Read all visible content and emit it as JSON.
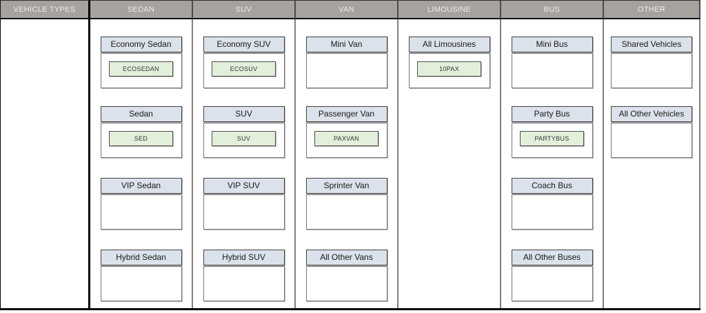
{
  "board": {
    "columns": [
      {
        "header": "VEHICLE TYPES",
        "cards": []
      },
      {
        "header": "SEDAN",
        "cards": [
          {
            "title": "Economy Sedan",
            "code": "ECOSEDAN"
          },
          {
            "title": "Sedan",
            "code": "SED"
          },
          {
            "title": "VIP Sedan"
          },
          {
            "title": "Hybrid Sedan"
          }
        ]
      },
      {
        "header": "SUV",
        "cards": [
          {
            "title": "Economy SUV",
            "code": "ECOSUV"
          },
          {
            "title": "SUV",
            "code": "SUV"
          },
          {
            "title": "VIP SUV"
          },
          {
            "title": "Hybrid SUV"
          }
        ]
      },
      {
        "header": "VAN",
        "cards": [
          {
            "title": "Mini Van"
          },
          {
            "title": "Passenger Van",
            "code": "PAXVAN"
          },
          {
            "title": "Sprinter Van"
          },
          {
            "title": "All Other Vans"
          }
        ]
      },
      {
        "header": "LIMOUSINE",
        "cards": [
          {
            "title": "All Limousines",
            "code": "10PAX"
          }
        ]
      },
      {
        "header": "BUS",
        "cards": [
          {
            "title": "Mini Bus"
          },
          {
            "title": "Party Bus",
            "code": "PARTYBUS"
          },
          {
            "title": "Coach Bus"
          },
          {
            "title": "All Other Buses"
          }
        ]
      },
      {
        "header": "OTHER",
        "cards": [
          {
            "title": "Shared Vehicles"
          },
          {
            "title": "All Other Vehicles"
          }
        ]
      }
    ]
  },
  "colors": {
    "header_bg": "#a6a29e",
    "header_text": "#efedea",
    "card_title_bg": "#dbe2eb",
    "badge_bg": "#e2efda",
    "divider_gray": "#808080",
    "frame_black": "#000000"
  }
}
